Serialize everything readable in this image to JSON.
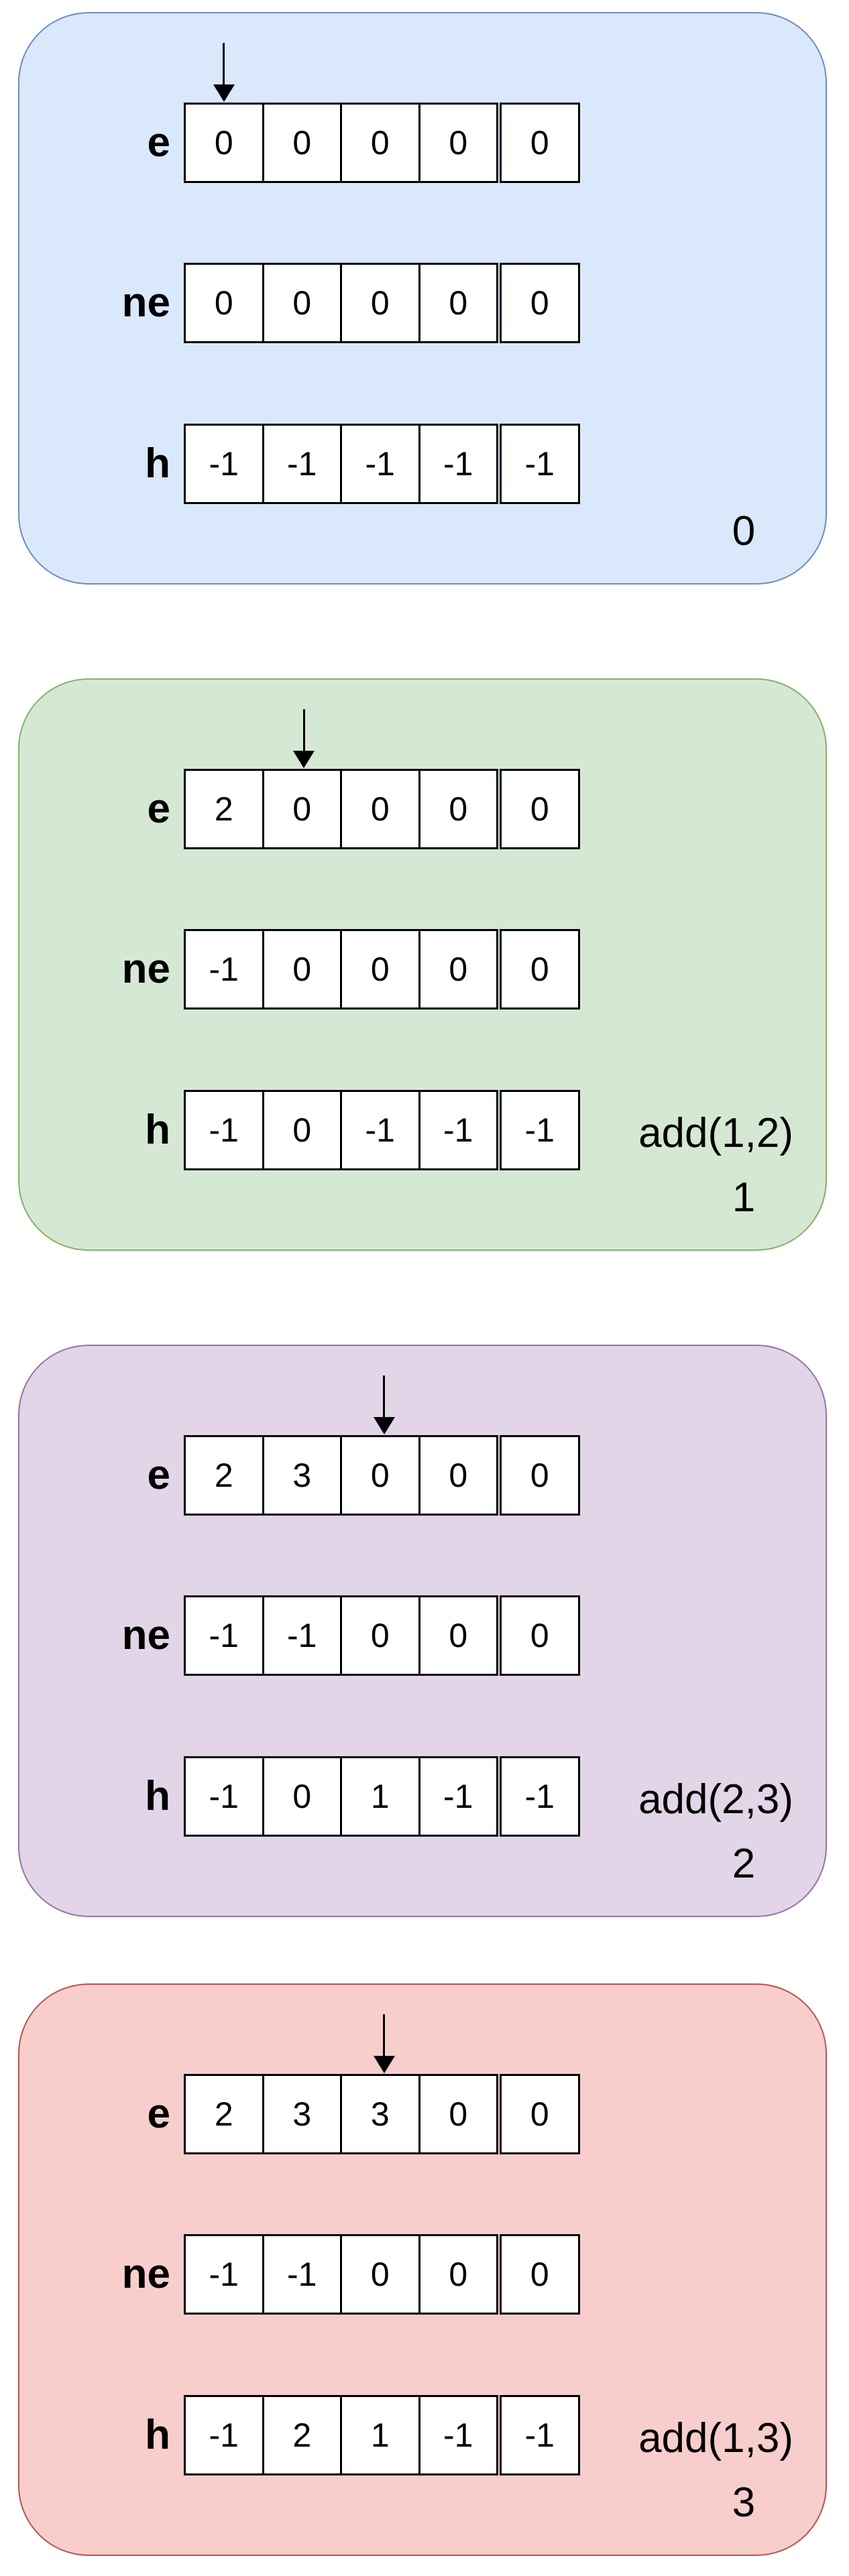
{
  "diagram": {
    "description_labels": {
      "row_e": "e",
      "row_ne": "ne",
      "row_h": "h"
    }
  },
  "panels": [
    {
      "name": "state-0",
      "fill": "#dae8fc",
      "stroke": "#6c8ebf",
      "arrow_cell_index": 0,
      "op_label": "",
      "step_label": "0",
      "rows": [
        {
          "label": "e",
          "cells": [
            "0",
            "0",
            "0",
            "0",
            "0"
          ]
        },
        {
          "label": "ne",
          "cells": [
            "0",
            "0",
            "0",
            "0",
            "0"
          ]
        },
        {
          "label": "h",
          "cells": [
            "-1",
            "-1",
            "-1",
            "-1",
            "-1"
          ]
        }
      ]
    },
    {
      "name": "state-1",
      "fill": "#d5e8d4",
      "stroke": "#82b366",
      "arrow_cell_index": 1,
      "op_label": "add(1,2)",
      "step_label": "1",
      "rows": [
        {
          "label": "e",
          "cells": [
            "2",
            "0",
            "0",
            "0",
            "0"
          ]
        },
        {
          "label": "ne",
          "cells": [
            "-1",
            "0",
            "0",
            "0",
            "0"
          ]
        },
        {
          "label": "h",
          "cells": [
            "-1",
            "0",
            "-1",
            "-1",
            "-1"
          ]
        }
      ]
    },
    {
      "name": "state-2",
      "fill": "#e1d5e7",
      "stroke": "#9673a6",
      "arrow_cell_index": 2,
      "op_label": "add(2,3)",
      "step_label": "2",
      "rows": [
        {
          "label": "e",
          "cells": [
            "2",
            "3",
            "0",
            "0",
            "0"
          ]
        },
        {
          "label": "ne",
          "cells": [
            "-1",
            "-1",
            "0",
            "0",
            "0"
          ]
        },
        {
          "label": "h",
          "cells": [
            "-1",
            "0",
            "1",
            "-1",
            "-1"
          ]
        }
      ]
    },
    {
      "name": "state-3",
      "fill": "#f8cecc",
      "stroke": "#b85450",
      "arrow_cell_index": 2,
      "op_label": "add(1,3)",
      "step_label": "3",
      "rows": [
        {
          "label": "e",
          "cells": [
            "2",
            "3",
            "3",
            "0",
            "0"
          ]
        },
        {
          "label": "ne",
          "cells": [
            "-1",
            "-1",
            "0",
            "0",
            "0"
          ]
        },
        {
          "label": "h",
          "cells": [
            "-1",
            "2",
            "1",
            "-1",
            "-1"
          ]
        }
      ]
    }
  ]
}
